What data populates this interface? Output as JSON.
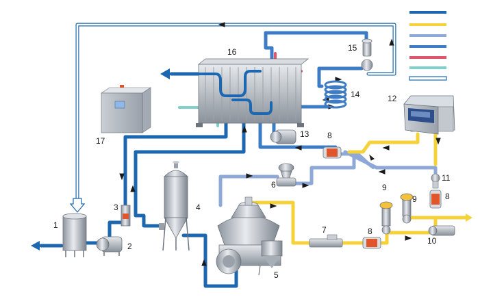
{
  "colors": {
    "milk_dark_blue": "#1c67b0",
    "cream_yellow": "#f5d23a",
    "skim_light_blue": "#8ea8d8",
    "heating_medium_blue": "#3d7cc4",
    "hot_water_red": "#e0566d",
    "cooling_teal": "#7fd0c8",
    "vent_outline": "#1c67b0",
    "equipment_gray": "#b9bec5",
    "heater_orange": "#e0562a"
  },
  "icons": {
    "flow_arrow": "arrow-icon",
    "big_outlet_arrow": "large-arrow-icon"
  },
  "legend": {
    "entries": [
      {
        "color": "#1c67b0",
        "style": "solid"
      },
      {
        "color": "#f5d23a",
        "style": "solid"
      },
      {
        "color": "#8ea8d8",
        "style": "solid"
      },
      {
        "color": "#3d7cc4",
        "style": "solid"
      },
      {
        "color": "#e0566d",
        "style": "solid"
      },
      {
        "color": "#7fd0c8",
        "style": "solid"
      },
      {
        "color": "#1c67b0",
        "style": "outline"
      }
    ]
  },
  "labels": {
    "l1": "1",
    "l2": "2",
    "l3": "3",
    "l4": "4",
    "l5": "5",
    "l6": "6",
    "l7": "7",
    "l8a": "8",
    "l8b": "8",
    "l8c": "8",
    "l9a": "9",
    "l9b": "9",
    "l10": "10",
    "l11": "11",
    "l12": "12",
    "l13": "13",
    "l14": "14",
    "l15": "15",
    "l16": "16",
    "l17": "17"
  }
}
